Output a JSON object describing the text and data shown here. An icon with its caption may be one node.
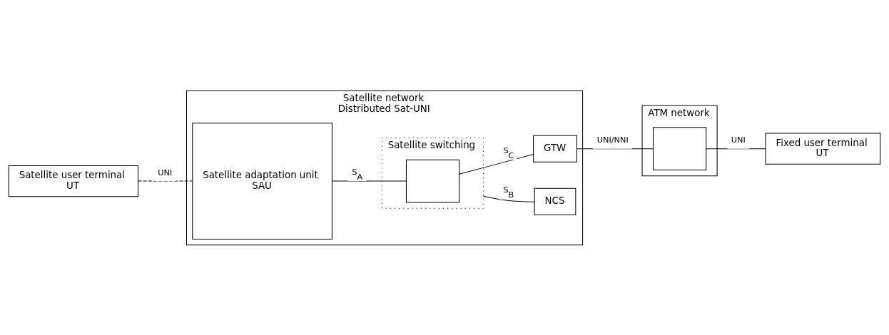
{
  "diagram": {
    "nodes": [
      {
        "text": [
          "Satellite user terminal",
          "UT"
        ]
      },
      {
        "text": [
          "Satellite network",
          "Distributed Sat-UNI"
        ]
      },
      {
        "text": [
          "Satellite adaptation unit",
          "SAU"
        ],
        "in": 1
      },
      {
        "text": [
          "Satellite switching"
        ],
        "in": 1
      },
      {
        "text": [],
        "shape": "box",
        "in": 3
      },
      {
        "text": [
          "NCS"
        ],
        "in": 1
      },
      {
        "text": [
          "GTW"
        ],
        "in": 1
      },
      {
        "text": [
          "ATM network"
        ]
      },
      {
        "text": [],
        "shape": "box",
        "in": 7
      },
      {
        "text": [
          "Fixed user terminal",
          "UT"
        ]
      }
    ],
    "edges": [
      {
        "from": 0,
        "to": 2,
        "arrow": "none",
        "label": "UNI",
        "style": "dashed"
      },
      {
        "from": 2,
        "to": 4,
        "arrow": "none",
        "label": "S$_{A}$"
      },
      {
        "from": 3,
        "to": 5,
        "arrow": "none",
        "label": "S$_{B}$"
      },
      {
        "from": 4,
        "to": 6,
        "arrow": "none",
        "label": "S$_{C}$"
      },
      {
        "from": 6,
        "to": 8,
        "arrow": "none",
        "label": "UNI/NNI"
      },
      {
        "from": 8,
        "to": 9,
        "arrow": "none",
        "label": "UNI"
      }
    ]
  }
}
